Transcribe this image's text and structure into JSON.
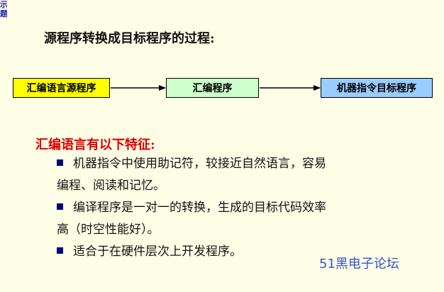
{
  "corner_link": {
    "text": "示题"
  },
  "heading": "源程序转换成目标程序的过程:",
  "flow": {
    "boxes": [
      {
        "label": "汇编语言源程序",
        "color": "#ffff00"
      },
      {
        "label": "汇编程序",
        "color": "#ccffcc"
      },
      {
        "label": "机器指令目标程序",
        "color": "#99ccff"
      }
    ]
  },
  "features": {
    "title": "汇编语言有以下特征:",
    "items": [
      {
        "line1": "机器指令中使用助记符，较接近自然语言，容易",
        "line2": "编程、阅读和记忆。"
      },
      {
        "line1": "编译程序是一对一的转换，生成的目标代码效率",
        "line2": "高（时空性能好）。"
      },
      {
        "line1": "适合于在硬件层次上开发程序。"
      }
    ]
  },
  "watermark": "51黑电子论坛",
  "colors": {
    "background": "#fefee6",
    "features_title": "#dd0000",
    "bullet": "#000080"
  },
  "icons": {
    "bullet": "square-bullet-icon"
  }
}
